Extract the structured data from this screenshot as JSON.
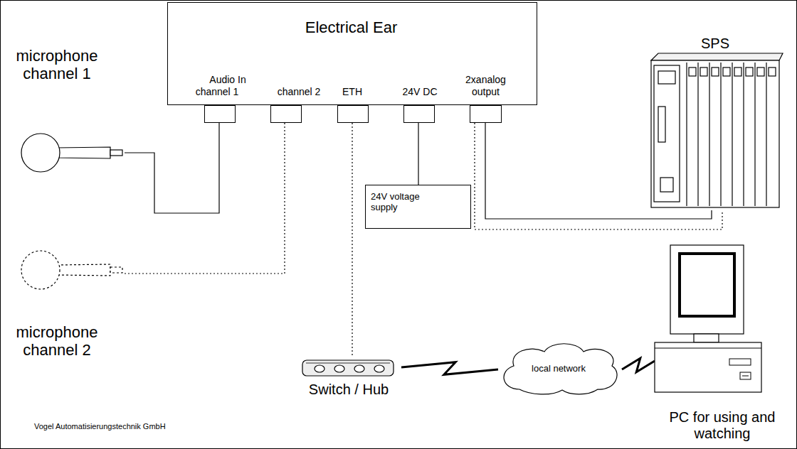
{
  "diagram": {
    "nodes": [
      {
        "text": [
          "Electrical Ear"
        ]
      },
      {
        "text": [
          "microphone channel 1"
        ]
      },
      {
        "text": [
          "microphone channel 2"
        ]
      },
      {
        "text": [
          "24V voltage supply"
        ]
      },
      {
        "text": [
          "Switch / Hub"
        ]
      },
      {
        "text": [
          "local network"
        ]
      },
      {
        "text": [
          "PC for using and watching"
        ]
      },
      {
        "text": [
          "SPS"
        ]
      }
    ],
    "edges": [
      {
        "from": 1,
        "to": 0,
        "arrow": "none"
      },
      {
        "from": 2,
        "to": 0,
        "arrow": "none"
      },
      {
        "from": 0,
        "to": 4,
        "arrow": "none"
      },
      {
        "from": 0,
        "to": 3,
        "arrow": "none"
      },
      {
        "from": 0,
        "to": 7,
        "arrow": "none"
      },
      {
        "from": 0,
        "to": 7,
        "arrow": "none"
      },
      {
        "from": 4,
        "to": 5,
        "arrow": "none"
      },
      {
        "from": 5,
        "to": 6,
        "arrow": "none"
      }
    ],
    "labels": [
      "Audio In",
      "channel 1",
      "channel 2",
      "ETH",
      "24V DC",
      "2xanalog output",
      "Vogel Automatisierungstechnik GmbH"
    ]
  }
}
